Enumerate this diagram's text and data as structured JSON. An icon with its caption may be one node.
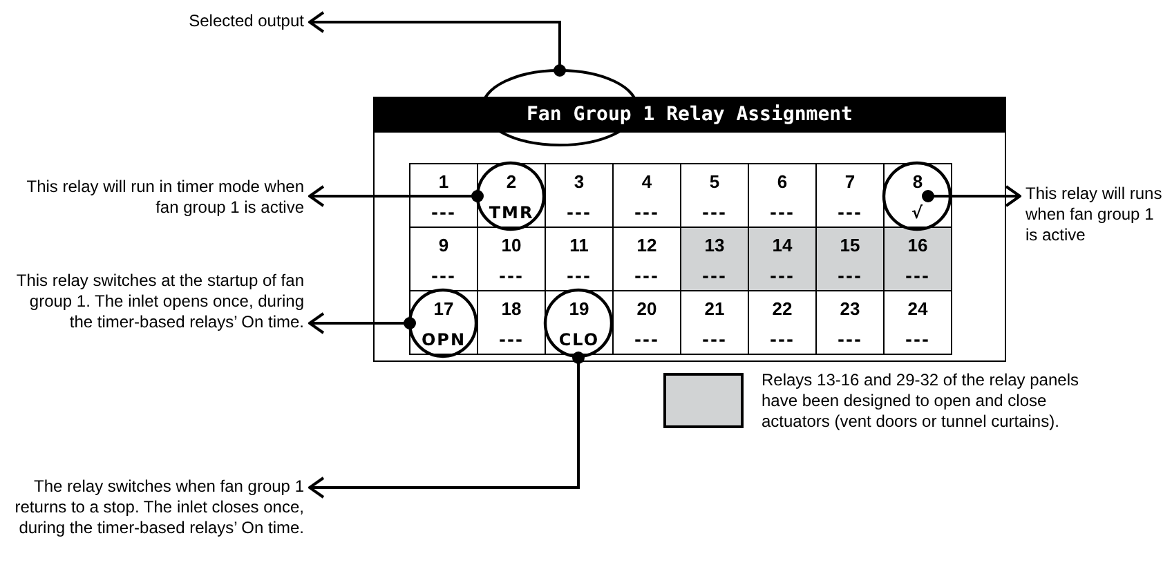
{
  "diagram": {
    "nodes": [
      {
        "text": [
          "Fan Group 1 Relay Assignment"
        ]
      },
      {
        "text": [
          "1",
          "---"
        ],
        "in": 0
      },
      {
        "text": [
          "2",
          "TMR"
        ],
        "in": 0
      },
      {
        "text": [
          "3",
          "---"
        ],
        "in": 0
      },
      {
        "text": [
          "4",
          "---"
        ],
        "in": 0
      },
      {
        "text": [
          "5",
          "---"
        ],
        "in": 0
      },
      {
        "text": [
          "6",
          "---"
        ],
        "in": 0
      },
      {
        "text": [
          "7",
          "---"
        ],
        "in": 0
      },
      {
        "text": [
          "8",
          "√"
        ],
        "in": 0
      },
      {
        "text": [
          "9",
          "---"
        ],
        "in": 0
      },
      {
        "text": [
          "10",
          "---"
        ],
        "in": 0
      },
      {
        "text": [
          "11",
          "---"
        ],
        "in": 0
      },
      {
        "text": [
          "12",
          "---"
        ],
        "in": 0
      },
      {
        "text": [],
        "shape": "band",
        "in": 0
      },
      {
        "text": [
          "13",
          "---"
        ],
        "in": 13
      },
      {
        "text": [
          "14",
          "---"
        ],
        "in": 13
      },
      {
        "text": [
          "15",
          "---"
        ],
        "in": 13
      },
      {
        "text": [
          "16",
          "---"
        ],
        "in": 13
      },
      {
        "text": [
          "17",
          "OPN"
        ],
        "in": 0
      },
      {
        "text": [
          "18",
          "---"
        ],
        "in": 0
      },
      {
        "text": [
          "19",
          "CLO"
        ],
        "in": 0
      },
      {
        "text": [
          "20",
          "---"
        ],
        "in": 0
      },
      {
        "text": [
          "21",
          "---"
        ],
        "in": 0
      },
      {
        "text": [
          "22",
          "---"
        ],
        "in": 0
      },
      {
        "text": [
          "23",
          "---"
        ],
        "in": 0
      },
      {
        "text": [
          "24",
          "---"
        ],
        "in": 0
      },
      {
        "text": [
          "Selected output"
        ]
      },
      {
        "text": [
          "This relay will run in timer mode when fan group 1 is active"
        ]
      },
      {
        "text": [
          "This relay switches at the startup of fan group 1. The inlet opens once, during the timer-based relays’ On time."
        ]
      },
      {
        "text": [
          "The relay switches when fan group 1 returns to a stop. The inlet closes once, during the timer-based relays’ On time."
        ]
      },
      {
        "text": [
          "This relay will runs when fan group 1 is active"
        ]
      }
    ],
    "edges": [
      {
        "from": 0,
        "to": 26,
        "arrow": "to"
      },
      {
        "from": 2,
        "to": 27,
        "arrow": "to"
      },
      {
        "from": 8,
        "to": 30,
        "arrow": "to"
      },
      {
        "from": 18,
        "to": 28,
        "arrow": "to"
      },
      {
        "from": 20,
        "to": 29,
        "arrow": "to"
      }
    ],
    "legend": [
      {
        "text": "Relays 13-16 and 29-32 of the relay panels have been designed to open and close actuators (vent doors or tunnel curtains).",
        "color": "#d1d3d4"
      }
    ]
  }
}
